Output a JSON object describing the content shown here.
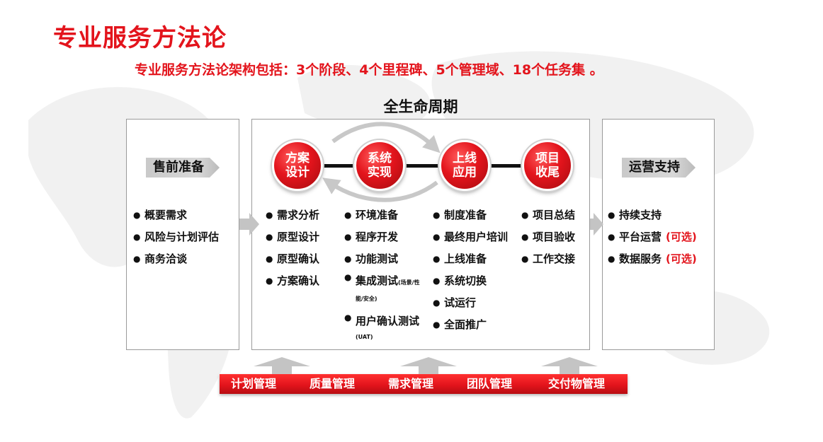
{
  "title": "专业服务方法论",
  "subtitle": "专业服务方法论架构包括：3个阶段、4个里程碑、5个管理域、18个任务集 。",
  "lifecycle_title": "全生命周期",
  "colors": {
    "accent": "#e3141c",
    "banner": "#d0d0d0",
    "border": "#9a9a9a"
  },
  "presales": {
    "banner": "售前准备",
    "items": [
      "概要需求",
      "风险与计划评估",
      "商务洽谈"
    ]
  },
  "phases": [
    {
      "line1": "方案",
      "line2": "设计"
    },
    {
      "line1": "系统",
      "line2": "实现"
    },
    {
      "line1": "上线",
      "line2": "应用"
    },
    {
      "line1": "项目",
      "line2": "收尾"
    }
  ],
  "design_tasks": [
    "需求分析",
    "原型设计",
    "原型确认",
    "方案确认"
  ],
  "implementation_tasks": {
    "t1": "环境准备",
    "t2": "程序开发",
    "t3": "功能测试",
    "t4": "集成测试",
    "t4_note": "(场景/性能/安全)",
    "t5": "用户确认测试",
    "t5_note": "(UAT)"
  },
  "golive_tasks": [
    "制度准备",
    "最终用户培训",
    "上线准备",
    "系统切换",
    "试运行",
    "全面推广"
  ],
  "closure_tasks": [
    "项目总结",
    "项目验收",
    "工作交接"
  ],
  "operations": {
    "banner": "运营支持",
    "items": [
      {
        "text": "持续支持",
        "optional": ""
      },
      {
        "text": "平台运营",
        "optional": "(可选)"
      },
      {
        "text": "数据服务",
        "optional": "(可选)"
      }
    ]
  },
  "management_domains": [
    "计划管理",
    "质量管理",
    "需求管理",
    "团队管理",
    "交付物管理"
  ]
}
